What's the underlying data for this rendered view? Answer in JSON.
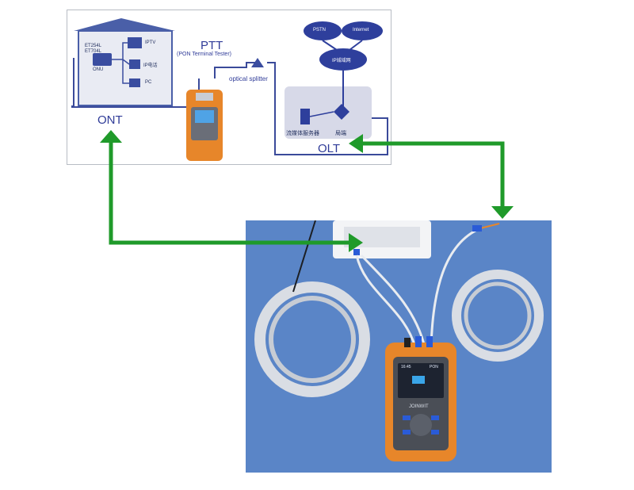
{
  "diagram": {
    "ptt": {
      "title": "PTT",
      "subtitle": "(PON Terminal Tester)"
    },
    "optical_splitter": "optical splitter",
    "ont": "ONT",
    "olt": "OLT",
    "onu": "ONU",
    "onu_models": [
      "ET254L",
      "ET704L"
    ],
    "devices": {
      "iptv": "IPTV",
      "phone": "IP电话",
      "pc": "PC"
    },
    "clouds": {
      "pstn": "PSTN",
      "internet": "Internet",
      "ip_network": "IP城域网"
    },
    "olt_box": {
      "media_server": "流媒体服务器",
      "switch": "局端"
    }
  },
  "photo": {
    "screen_time": "16:45",
    "screen_badge": "PON",
    "brand": "JOINWIT"
  },
  "colors": {
    "arrow_green": "#1f9a2a",
    "diagram_blue": "#2f3b98",
    "cloud_blue": "#2e3f9c",
    "olt_panel": "#d7d9e8",
    "tester_orange": "#e7862a",
    "photo_bg": "#5a85c7"
  }
}
